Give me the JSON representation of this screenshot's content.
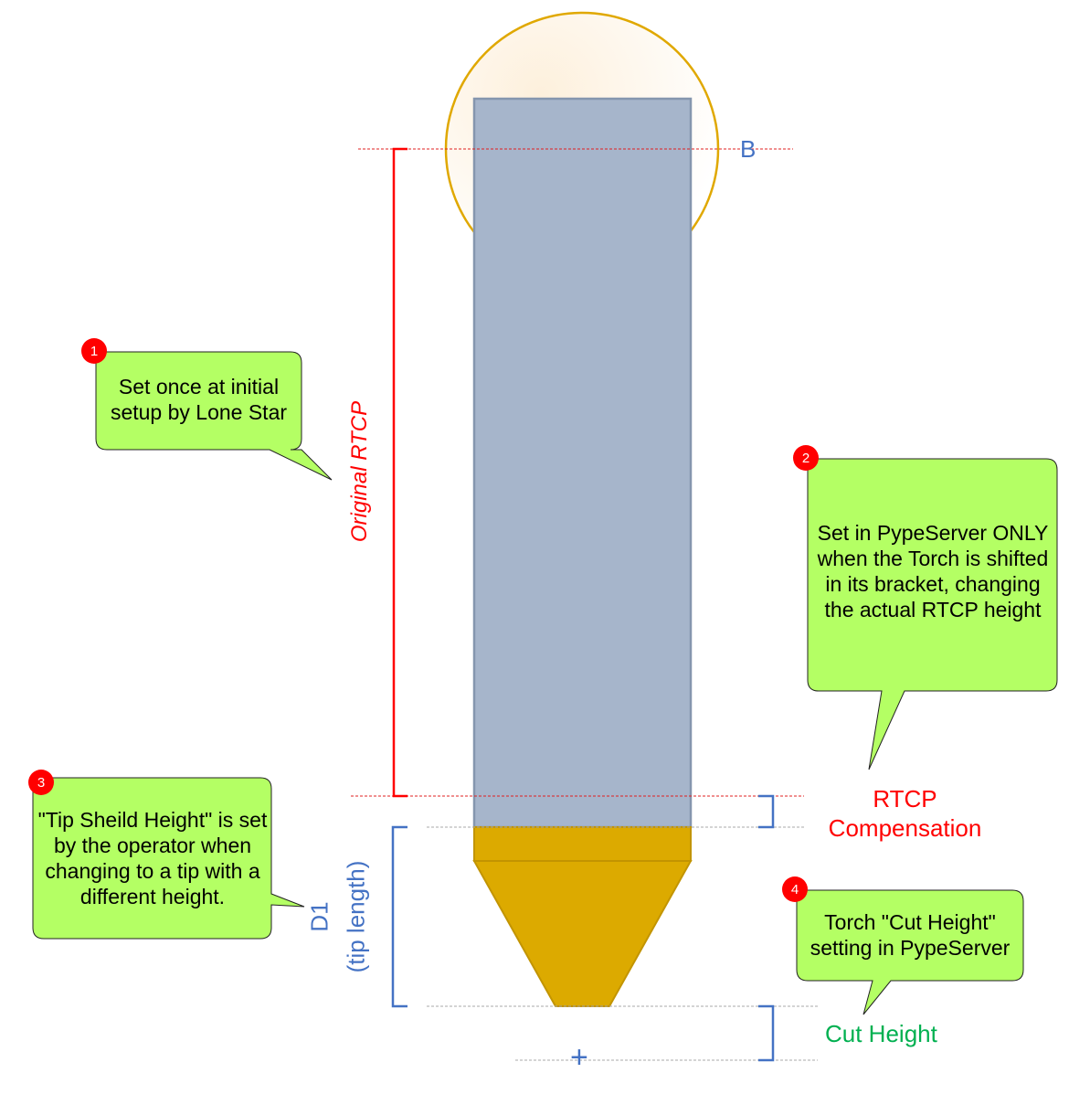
{
  "labels": {
    "b": "B",
    "original_rtcp": "Original RTCP",
    "d1": "D1",
    "tip_length": "(tip length)",
    "rtcp_compensation_line1": "RTCP",
    "rtcp_compensation_line2": "Compensation",
    "cut_height": "Cut Height",
    "tcp_marker": "+"
  },
  "callouts": [
    {
      "number": "1",
      "text": "Set once at initial setup by Lone Star"
    },
    {
      "number": "2",
      "text": "Set in PypeServer ONLY when the Torch is shifted in its bracket, changing the actual RTCP height"
    },
    {
      "number": "3",
      "text": "\"Tip Sheild Height\" is set by the operator when changing to a tip with a different height."
    },
    {
      "number": "4",
      "text": "Torch \"Cut Height\" setting in PypeServer"
    }
  ],
  "colors": {
    "torch_body": "#a6b5cb",
    "tip": "#dcaa00",
    "callout": "#b4ff64",
    "red": "#ff0000",
    "blue": "#4472c4",
    "green": "#00b050"
  }
}
